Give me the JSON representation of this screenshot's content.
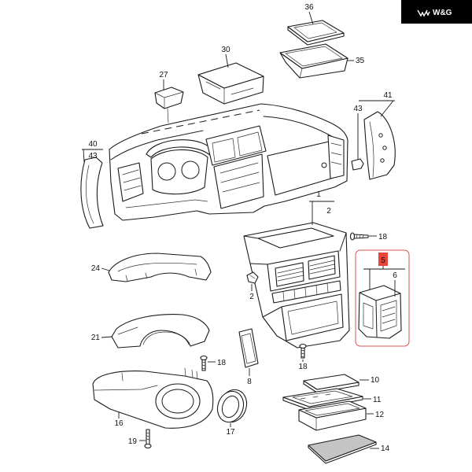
{
  "logo": {
    "text": "W&G",
    "mark_icon": "wing-mark-icon",
    "background": "#000000"
  },
  "colors": {
    "highlight": "#e8443a",
    "inset_frame": "#d9534f",
    "line": "#1a1a1a"
  },
  "callouts": [
    {
      "label": "36"
    },
    {
      "label": "35"
    },
    {
      "label": "30"
    },
    {
      "label": "27"
    },
    {
      "label": "41"
    },
    {
      "label": "43"
    },
    {
      "label": "40"
    },
    {
      "label": "43"
    },
    {
      "label": "1"
    },
    {
      "label": "2"
    },
    {
      "label": "18"
    },
    {
      "label": "5"
    },
    {
      "label": "6"
    },
    {
      "label": "24"
    },
    {
      "label": "2"
    },
    {
      "label": "21"
    },
    {
      "label": "18"
    },
    {
      "label": "18"
    },
    {
      "label": "8"
    },
    {
      "label": "10"
    },
    {
      "label": "11"
    },
    {
      "label": "12"
    },
    {
      "label": "16"
    },
    {
      "label": "19"
    },
    {
      "label": "17"
    },
    {
      "label": "14"
    }
  ]
}
